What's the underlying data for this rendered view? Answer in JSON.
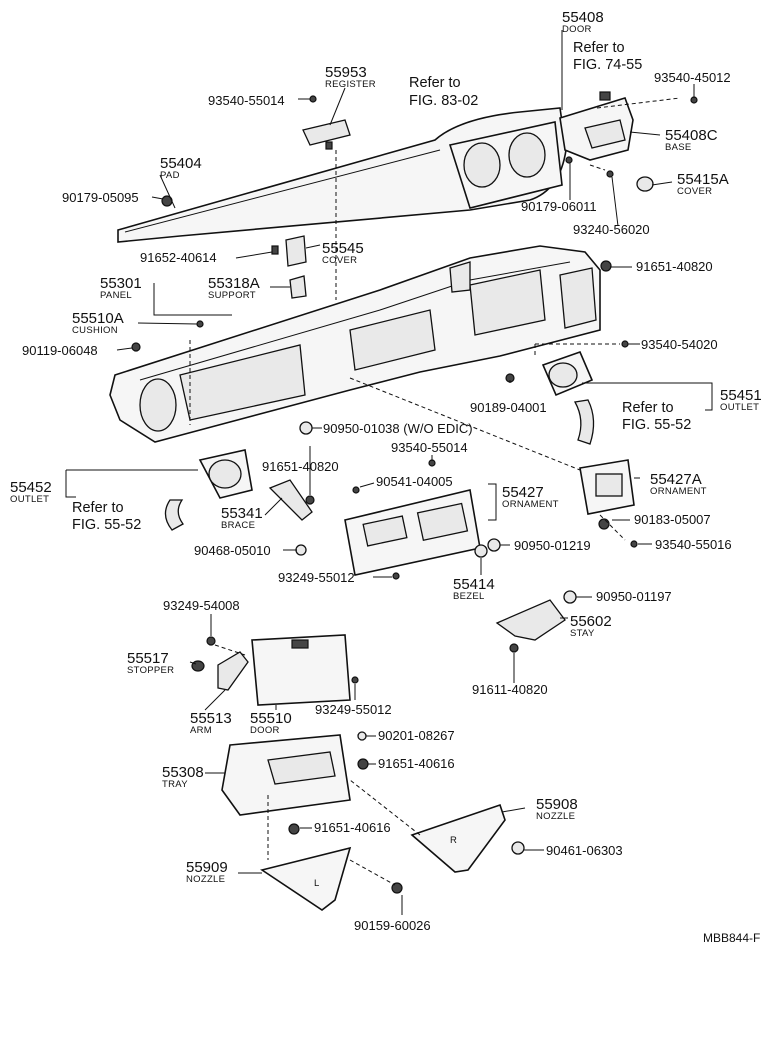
{
  "diagram": {
    "code": "MBB844-F",
    "refs": {
      "fig8302": [
        "Refer to",
        "FIG. 83-02"
      ],
      "fig7455": [
        "Refer to",
        "FIG. 74-55"
      ],
      "fig5552a": [
        "Refer to",
        "FIG. 55-52"
      ],
      "fig5552b": [
        "Refer to",
        "FIG. 55-52"
      ]
    },
    "parts": {
      "p55408": {
        "no": "55408",
        "name": "DOOR"
      },
      "p55953": {
        "no": "55953",
        "name": "REGISTER"
      },
      "p93540_55014a": {
        "no": "93540-55014"
      },
      "p93540_45012": {
        "no": "93540-45012"
      },
      "p55408C": {
        "no": "55408C",
        "name": "BASE"
      },
      "p55404": {
        "no": "55404",
        "name": "PAD"
      },
      "p90179_05095": {
        "no": "90179-05095"
      },
      "p55415A": {
        "no": "55415A",
        "name": "COVER"
      },
      "p90179_06011": {
        "no": "90179-06011"
      },
      "p93240_56020": {
        "no": "93240-56020"
      },
      "p91652_40614": {
        "no": "91652-40614"
      },
      "p55545": {
        "no": "55545",
        "name": "COVER"
      },
      "p91651_40820a": {
        "no": "91651-40820"
      },
      "p55301": {
        "no": "55301",
        "name": "PANEL"
      },
      "p55318A": {
        "no": "55318A",
        "name": "SUPPORT"
      },
      "p55510A": {
        "no": "55510A",
        "name": "CUSHION"
      },
      "p90119_06048": {
        "no": "90119-06048"
      },
      "p93540_54020": {
        "no": "93540-54020"
      },
      "p90189_04001": {
        "no": "90189-04001"
      },
      "p55451": {
        "no": "55451",
        "name": "OUTLET"
      },
      "p90950_01038": {
        "no": "90950-01038 (W/O EDIC)"
      },
      "p93540_55014b": {
        "no": "93540-55014"
      },
      "p55452": {
        "no": "55452",
        "name": "OUTLET"
      },
      "p91651_40820b": {
        "no": "91651-40820"
      },
      "p90541_04005": {
        "no": "90541-04005"
      },
      "p55427": {
        "no": "55427",
        "name": "ORNAMENT"
      },
      "p55427A": {
        "no": "55427A",
        "name": "ORNAMENT"
      },
      "p55341": {
        "no": "55341",
        "name": "BRACE"
      },
      "p90183_05007": {
        "no": "90183-05007"
      },
      "p93540_55016": {
        "no": "93540-55016"
      },
      "p90468_05010": {
        "no": "90468-05010"
      },
      "p90950_01219": {
        "no": "90950-01219"
      },
      "p93249_55012a": {
        "no": "93249-55012"
      },
      "p55414": {
        "no": "55414",
        "name": "BEZEL"
      },
      "p90950_01197": {
        "no": "90950-01197"
      },
      "p93249_54008": {
        "no": "93249-54008"
      },
      "p55602": {
        "no": "55602",
        "name": "STAY"
      },
      "p55517": {
        "no": "55517",
        "name": "STOPPER"
      },
      "p91611_40820": {
        "no": "91611-40820"
      },
      "p55513": {
        "no": "55513",
        "name": "ARM"
      },
      "p55510": {
        "no": "55510",
        "name": "DOOR"
      },
      "p93249_55012b": {
        "no": "93249-55012"
      },
      "p90201_08267": {
        "no": "90201-08267"
      },
      "p55308": {
        "no": "55308",
        "name": "TRAY"
      },
      "p91651_40616a": {
        "no": "91651-40616"
      },
      "p55908": {
        "no": "55908",
        "name": "NOZZLE"
      },
      "p91651_40616b": {
        "no": "91651-40616"
      },
      "p90461_06303": {
        "no": "90461-06303"
      },
      "p55909": {
        "no": "55909",
        "name": "NOZZLE"
      },
      "p90159_60026": {
        "no": "90159-60026"
      }
    }
  }
}
